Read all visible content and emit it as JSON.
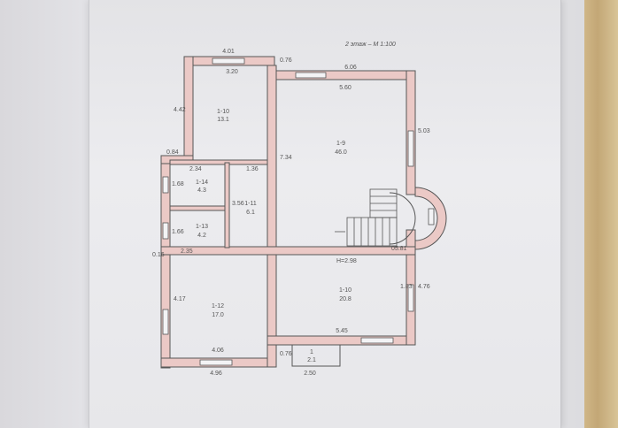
{
  "header": {
    "title": "2 этаж – М 1:100"
  },
  "rooms": [
    {
      "id": "1-10-top",
      "code": "1-10",
      "area": "13.1"
    },
    {
      "id": "1-9",
      "code": "1-9",
      "area": "46.0"
    },
    {
      "id": "1-14",
      "code": "1-14",
      "area": "4.3"
    },
    {
      "id": "1-11",
      "code": "1-11",
      "area": "6.1"
    },
    {
      "id": "1-13",
      "code": "1-13",
      "area": "4.2"
    },
    {
      "id": "1-12",
      "code": "1-12",
      "area": "17.0"
    },
    {
      "id": "1-10",
      "code": "1-10",
      "area": "20.8"
    },
    {
      "id": "1",
      "code": "1",
      "area": "2.1"
    }
  ],
  "dimensions": {
    "d401": "4.01",
    "d320": "3.20",
    "d076a": "0.76",
    "d606": "6.06",
    "d560": "5.60",
    "d442": "4.42",
    "d503": "5.03",
    "d084": "0.84",
    "d234": "2.34",
    "d136": "1.36",
    "d734": "7.34",
    "d168": "1.68",
    "d356": "3.56",
    "d166": "1.66",
    "d235": "2.35",
    "d016": "0.16",
    "d417": "4.17",
    "d406": "4.06",
    "d496": "4.96",
    "d076b": "0.76",
    "d250": "2.50",
    "d545": "5.45",
    "d183": "1.83",
    "d476": "4.76",
    "d051": "05.81",
    "height": "H=2.98"
  },
  "colors": {
    "wall": "#ebc9c6",
    "line": "#565656",
    "paper": "#ececef"
  }
}
